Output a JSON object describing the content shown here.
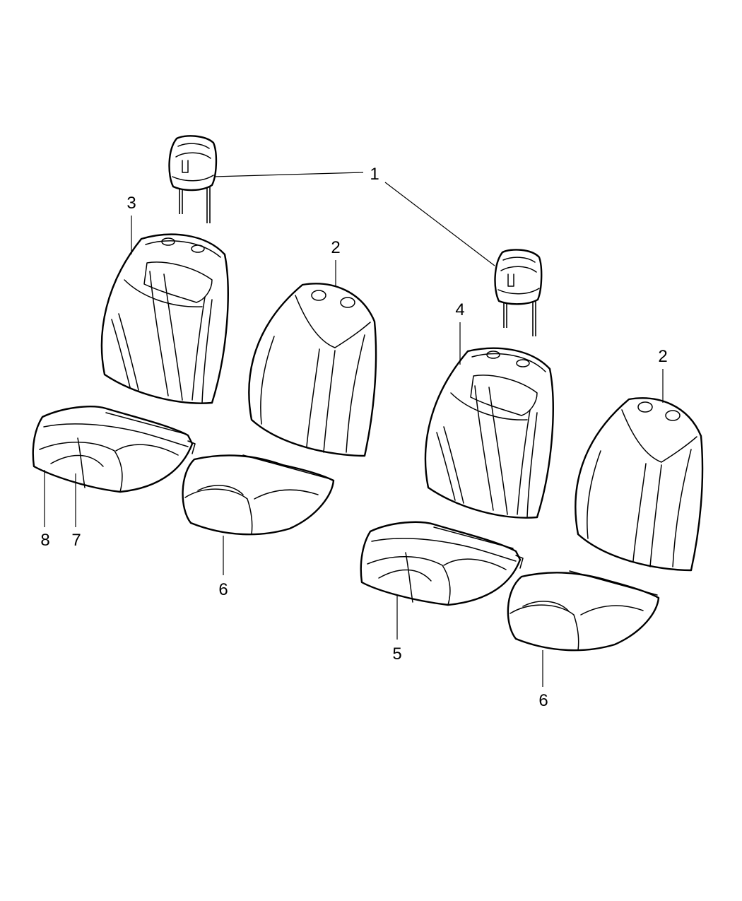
{
  "diagram": {
    "type": "exploded-parts",
    "callouts": [
      {
        "id": "c1",
        "label": "1"
      },
      {
        "id": "c3",
        "label": "3"
      },
      {
        "id": "c2a",
        "label": "2"
      },
      {
        "id": "c4",
        "label": "4"
      },
      {
        "id": "c2b",
        "label": "2"
      },
      {
        "id": "c8",
        "label": "8"
      },
      {
        "id": "c7",
        "label": "7"
      },
      {
        "id": "c6a",
        "label": "6"
      },
      {
        "id": "c5",
        "label": "5"
      },
      {
        "id": "c6b",
        "label": "6"
      }
    ],
    "colors": {
      "line": "#000000",
      "background": "#ffffff"
    }
  }
}
